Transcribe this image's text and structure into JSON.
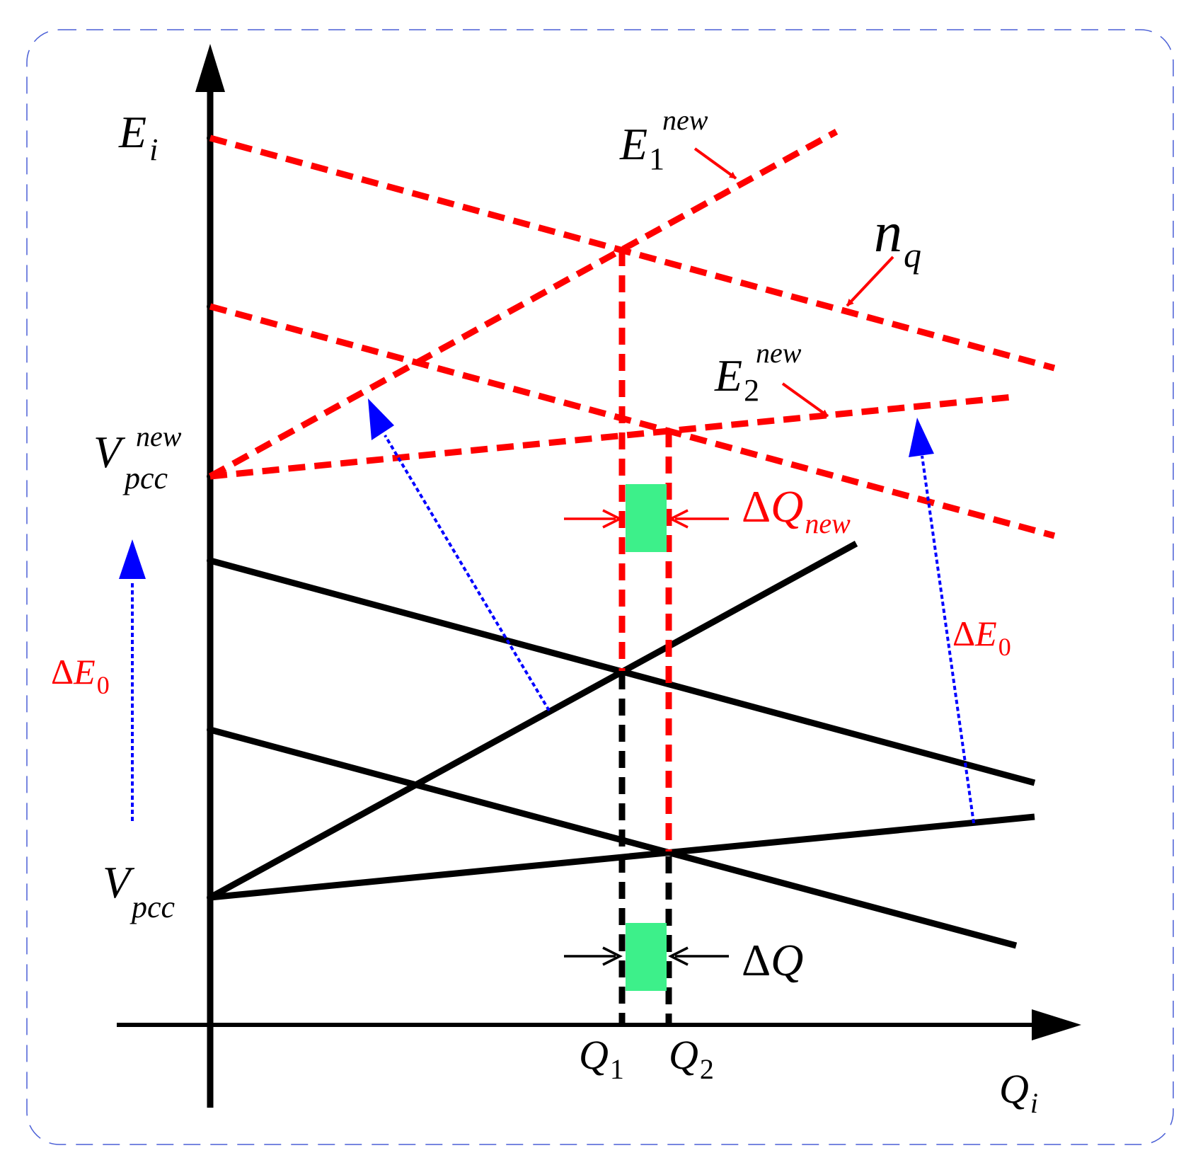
{
  "axes": {
    "y_label_main": "E",
    "y_label_sub": "i",
    "x_label_main": "Q",
    "x_label_sub": "i"
  },
  "labels": {
    "e1new_main": "E",
    "e1new_sub": "1",
    "e1new_sup": "new",
    "e2new_main": "E",
    "e2new_sub": "2",
    "e2new_sup": "new",
    "nq_main": "n",
    "nq_sub": "q",
    "vpccnew_main": "V",
    "vpccnew_sub": "pcc",
    "vpccnew_sup": "new",
    "vpcc_main": "V",
    "vpcc_sub": "pcc",
    "dq_new_delta": "Δ",
    "dq_new_main": "Q",
    "dq_new_sub": "new",
    "dq_delta": "Δ",
    "dq_main": "Q",
    "de0_left_delta": "Δ",
    "de0_left_main": "E",
    "de0_left_sub": "0",
    "de0_right_delta": "Δ",
    "de0_right_main": "E",
    "de0_right_sub": "0",
    "q1_main": "Q",
    "q1_sub": "1",
    "q2_main": "Q",
    "q2_sub": "2"
  },
  "colors": {
    "axis": "#000000",
    "new_curves": "#ff0000",
    "shift_arrows": "#0000ff",
    "delta_box": "#3df08a",
    "frame": "#4a5fd6"
  }
}
